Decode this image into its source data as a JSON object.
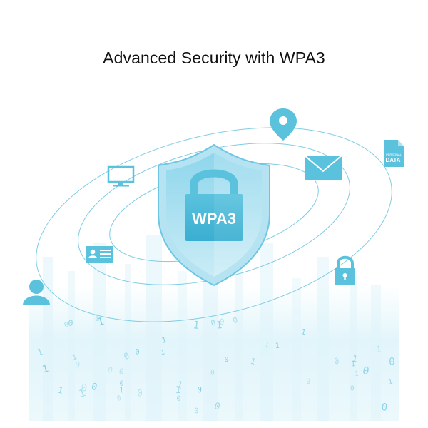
{
  "title": "Advanced Security with WPA3",
  "shield": {
    "label": "WPA3"
  },
  "document_icon": {
    "line1": "PERSONAL",
    "line2": "DATA"
  },
  "binary_digits": [
    "0",
    "1",
    "0",
    "0",
    "1",
    "0",
    "1",
    "0",
    "1",
    "1",
    "0",
    "0",
    "1",
    "0",
    "1",
    "0",
    "0",
    "1",
    "1",
    "0",
    "1",
    "0",
    "0",
    "1",
    "0",
    "1",
    "1",
    "0",
    "0",
    "1",
    "0",
    "1",
    "0",
    "0",
    "1",
    "0",
    "1",
    "1",
    "0",
    "1",
    "0",
    "0",
    "1",
    "0",
    "1",
    "0",
    "1",
    "1",
    "0",
    "0"
  ],
  "colors": {
    "accent": "#5fc3e0",
    "accent_dark": "#2f9ec4",
    "accent_light": "#c9ecf6",
    "text": "#111111"
  },
  "icons": [
    "location-pin-icon",
    "envelope-icon",
    "personal-data-document-icon",
    "monitor-icon",
    "id-card-icon",
    "user-icon",
    "padlock-icon",
    "shield-icon"
  ]
}
